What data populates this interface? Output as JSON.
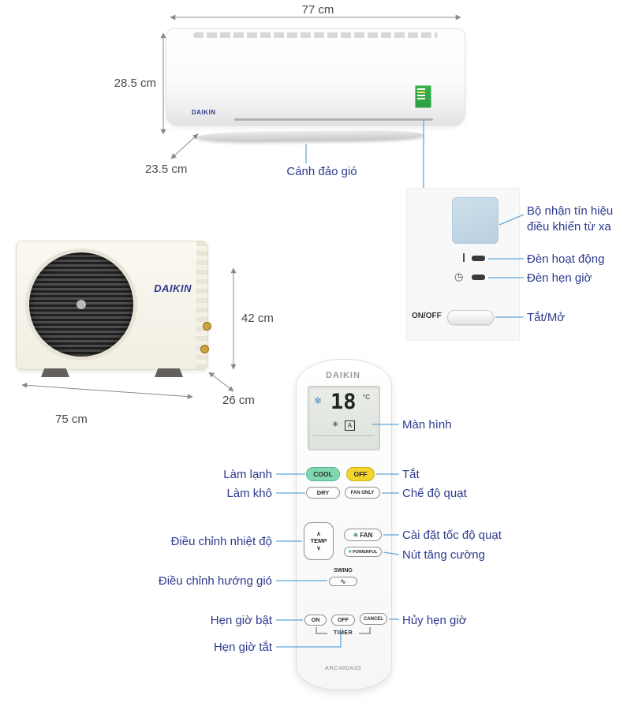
{
  "indoor": {
    "brand": "DAIKIN",
    "dim_width": "77 cm",
    "dim_height": "28.5 cm",
    "dim_depth": "23.5 cm",
    "louver_label": "Cánh đảo gió"
  },
  "receiver": {
    "signal_label": "Bộ nhận tín hiệu điều khiển từ xa",
    "operation_light_label": "Đèn hoạt động",
    "timer_light_label": "Đèn hẹn giờ",
    "onoff_text": "ON/OFF",
    "onoff_label": "Tắt/Mở"
  },
  "outdoor": {
    "brand": "DAIKIN",
    "dim_height": "42 cm",
    "dim_depth": "26 cm",
    "dim_width": "75 cm"
  },
  "remote": {
    "brand": "DAIKIN",
    "model": "ARC480A33",
    "display": {
      "temp": "18",
      "unit": "°C",
      "mode": "A"
    },
    "buttons": {
      "cool": "COOL",
      "power_off": "OFF",
      "dry": "DRY",
      "fan_only": "FAN ONLY",
      "temp": "TEMP",
      "fan": "FAN",
      "powerful": "POWERFUL",
      "swing": "SWING",
      "timer_on": "ON",
      "timer_off": "OFF",
      "timer_cancel": "CANCEL",
      "timer_group": "TIMER"
    },
    "annotations": {
      "screen": "Màn hình",
      "cool": "Làm lạnh",
      "power_off": "Tắt",
      "dry": "Làm khô",
      "fan_mode": "Chế độ quạt",
      "temp": "Điều chỉnh nhiệt độ",
      "fan_speed": "Cài đặt tốc độ quạt",
      "powerful": "Nút tăng cường",
      "swing": "Điều chỉnh hướng gió",
      "timer_on": "Hẹn giờ bật",
      "timer_off": "Hẹn giờ tắt",
      "timer_cancel": "Hủy hẹn giờ"
    }
  },
  "icons": {
    "snowflake": "❄",
    "fan": "✳",
    "clock": "◷",
    "chevron_up": "∧",
    "chevron_down": "∨",
    "swing_wave": "∿"
  },
  "colors": {
    "annotation_text": "#2d3a8e",
    "leader_line": "#5fa8d8",
    "dimension_line": "#8a8a8a",
    "cool_button": "#7fd8b2",
    "off_button": "#f2d42a",
    "receiver_window": "#c4d7e6",
    "energy_label_green": "#2b9e43"
  }
}
